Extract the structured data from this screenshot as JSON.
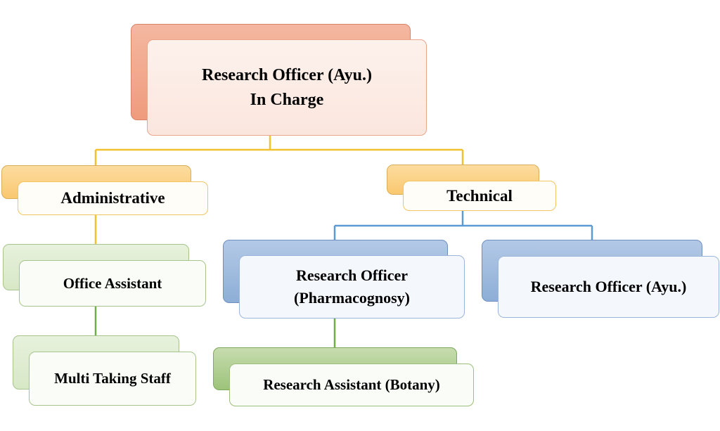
{
  "root": {
    "line1": "Research Officer (Ayu.)",
    "line2": "In Charge"
  },
  "administrative": {
    "label": "Administrative"
  },
  "technical": {
    "label": "Technical"
  },
  "office_assistant": {
    "label": "Office Assistant"
  },
  "multi_taking_staff": {
    "label": "Multi Taking Staff"
  },
  "ro_pharmacognosy": {
    "line1": "Research Officer",
    "line2": "(Pharmacognosy)"
  },
  "ro_ayu": {
    "label": "Research Officer (Ayu.)"
  },
  "research_assistant": {
    "label": "Research Assistant (Botany)"
  },
  "colors": {
    "connector_yellow": "#f2c12e",
    "connector_blue": "#5b9bd5",
    "connector_green": "#70ad47",
    "root_fill": "#ef9b7d",
    "branch_fill": "#f9c870",
    "technical_child_fill": "#8daed6",
    "admin_child_fill": "#d7e8c6"
  }
}
